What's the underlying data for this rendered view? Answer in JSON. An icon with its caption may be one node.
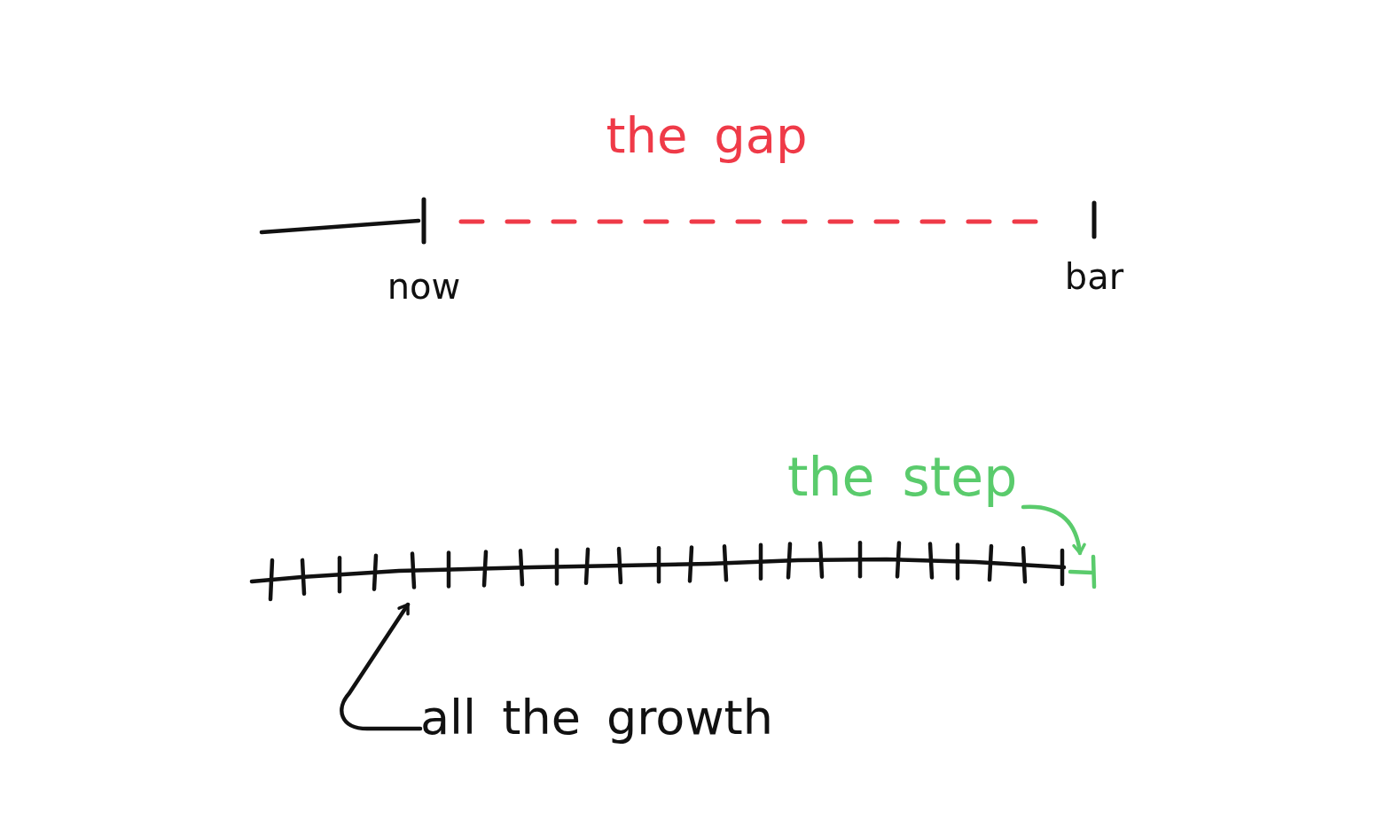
{
  "diagram": {
    "nodes": [
      {
        "text": [
          "now"
        ]
      },
      {
        "text": [
          "bar"
        ]
      },
      {
        "text": [
          "the step"
        ]
      },
      {
        "text": [],
        "shape": "line"
      },
      {
        "text": [],
        "shape": "bar"
      },
      {
        "text": [
          "all the growth"
        ]
      }
    ],
    "edges": [
      {
        "from": 0,
        "to": 1,
        "arrow": "none",
        "label": "the gap",
        "style": "dashed",
        "color": "#ef3a48"
      },
      {
        "from": 2,
        "to": 4,
        "arrow": "to",
        "color": "#5acb6c"
      },
      {
        "from": 5,
        "to": 3,
        "arrow": "to",
        "color": "#111111"
      }
    ]
  }
}
